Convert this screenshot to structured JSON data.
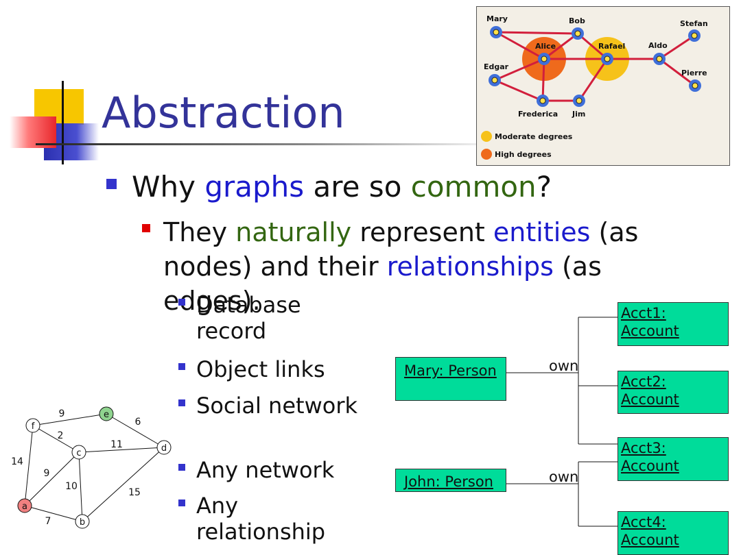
{
  "title": "Abstraction",
  "bullet1": {
    "pre": "Why ",
    "w1": "graphs",
    "mid": " are so ",
    "w2": "common",
    "post": "?"
  },
  "bullet2": {
    "t1": "They ",
    "w1": "naturally",
    "t2": " represent ",
    "w2": "entities",
    "t3": " (as",
    "t4": "nodes) and their ",
    "w3": "relationships",
    "t5": " (as",
    "t6": "edges)."
  },
  "examples": [
    "Database record",
    "Object links",
    "Social network",
    "Any network",
    "Any relationship"
  ],
  "social_graph": {
    "names": {
      "mary": "Mary",
      "bob": "Bob",
      "stefan": "Stefan",
      "alice": "Alice",
      "rafael": "Rafael",
      "aldo": "Aldo",
      "edgar": "Edgar",
      "pierre": "Pierre",
      "frederica": "Frederica",
      "jim": "Jim"
    },
    "legend": {
      "moderate": "Moderate degrees",
      "high": "High degrees"
    },
    "colors": {
      "moderate": "#f6c21a",
      "high": "#ef6a1c",
      "edge": "#d21f3c",
      "node": "#3f6fd9"
    }
  },
  "weighted_graph": {
    "nodes": {
      "f": "f",
      "e": "e",
      "c": "c",
      "d": "d",
      "a": "a",
      "b": "b"
    },
    "weights": {
      "fe": "9",
      "ed": "6",
      "fc": "2",
      "cd": "11",
      "fa": "14",
      "ac": "9",
      "cb": "10",
      "bd": "15",
      "ab": "7"
    },
    "colors": {
      "e": "#8fd48f",
      "a": "#f08080"
    }
  },
  "uml": {
    "mary": "Mary: Person",
    "john": "John: Person",
    "own1": "own",
    "own2": "own",
    "acct1": "Acct1: Account",
    "acct2": "Acct2: Account",
    "acct3": "Acct3: Account",
    "acct4": "Acct4: Account",
    "color": "#00dc9a"
  }
}
